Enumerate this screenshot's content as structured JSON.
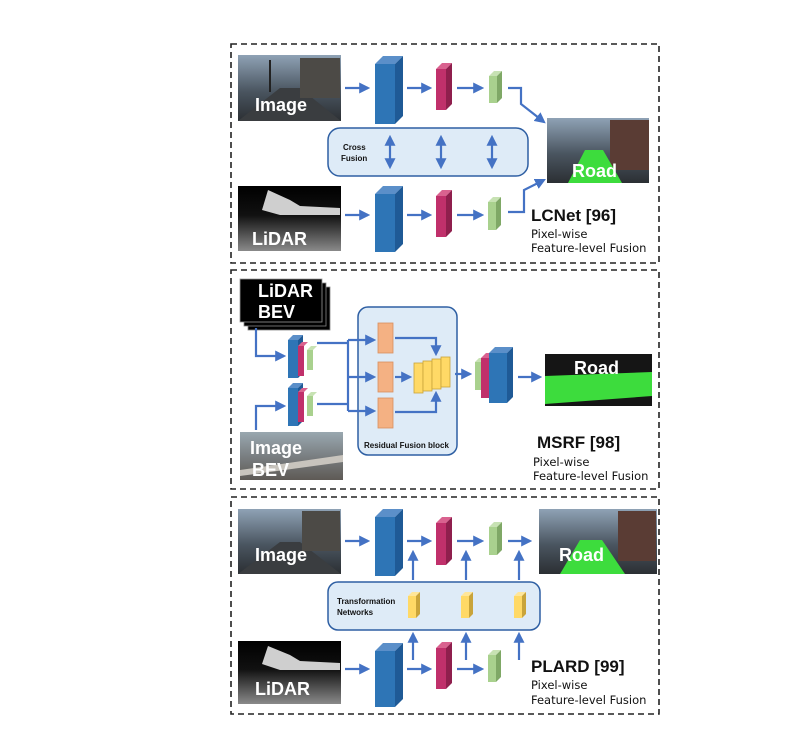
{
  "colors": {
    "blue": "#2e75b6",
    "magenta": "#c0306b",
    "green": "#a9d18e",
    "orange": "#f4b183",
    "yellow": "#ffd966",
    "arrow": "#4472c4",
    "fusion_box": "#deebf7",
    "road": "#3ddc3d"
  },
  "panel1": {
    "image_label": "Image",
    "lidar_label": "LiDAR",
    "fusion_label_line1": "Cross",
    "fusion_label_line2": "Fusion",
    "output_label": "Road",
    "title": "LCNet [96]",
    "sub1": "Pixel-wise",
    "sub2": "Feature-level Fusion"
  },
  "panel2": {
    "lidar_label_line1": "LiDAR",
    "lidar_label_line2": "BEV",
    "image_label_line1": "Image",
    "image_label_line2": "BEV",
    "block_label": "Residual Fusion block",
    "output_label": "Road",
    "title": "MSRF [98]",
    "sub1": "Pixel-wise",
    "sub2": "Feature-level Fusion"
  },
  "panel3": {
    "image_label": "Image",
    "lidar_label": "LiDAR",
    "transform_label_line1": "Transformation",
    "transform_label_line2": "Networks",
    "output_label": "Road",
    "title": "PLARD [99]",
    "sub1": "Pixel-wise",
    "sub2": "Feature-level Fusion"
  }
}
